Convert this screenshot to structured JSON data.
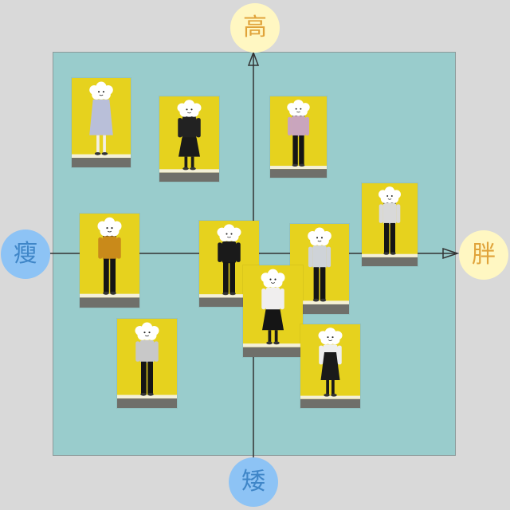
{
  "axes": {
    "top": "高",
    "bottom": "矮",
    "left": "瘦",
    "right": "胖"
  },
  "colors": {
    "background": "#d9d9d9",
    "panel": "#99cccc",
    "axis": "#333333",
    "warm_circle": "#fff7c2",
    "warm_text": "#e0a33a",
    "cool_circle": "#8dc3f5",
    "cool_text": "#3f86c8",
    "photo_backdrop": "#e6d21e"
  },
  "photos": [
    {
      "top_color": "#b9bfd9",
      "bottom_style": "dress",
      "bottom_color": "#b9bfd9",
      "hair": "short",
      "icon": "person-photo-icon"
    },
    {
      "top_color": "#222222",
      "bottom_style": "skirt",
      "bottom_color": "#1a1a1a",
      "hair": "long",
      "icon": "person-photo-icon"
    },
    {
      "top_color": "#c9a5bd",
      "bottom_style": "pants",
      "bottom_color": "#151515",
      "hair": "long",
      "icon": "person-photo-icon"
    },
    {
      "top_color": "#d9d9d9",
      "bottom_style": "pants",
      "bottom_color": "#151515",
      "hair": "long",
      "icon": "person-photo-icon"
    },
    {
      "top_color": "#c98a1a",
      "bottom_style": "pants",
      "bottom_color": "#151515",
      "hair": "long",
      "icon": "person-photo-icon"
    },
    {
      "top_color": "#1a1a1a",
      "bottom_style": "pants",
      "bottom_color": "#151515",
      "hair": "short",
      "icon": "person-photo-icon"
    },
    {
      "top_color": "#cfd3d8",
      "bottom_style": "pants",
      "bottom_color": "#151515",
      "hair": "short",
      "icon": "person-photo-icon"
    },
    {
      "top_color": "#f0eeee",
      "bottom_style": "skirt",
      "bottom_color": "#151515",
      "hair": "short",
      "icon": "person-photo-icon"
    },
    {
      "top_color": "#c8c8c8",
      "bottom_style": "pants",
      "bottom_color": "#151515",
      "hair": "short",
      "icon": "person-photo-icon"
    },
    {
      "top_color": "#eeeeee",
      "bottom_style": "overall",
      "bottom_color": "#1a1a1a",
      "hair": "short",
      "icon": "person-photo-icon"
    }
  ]
}
